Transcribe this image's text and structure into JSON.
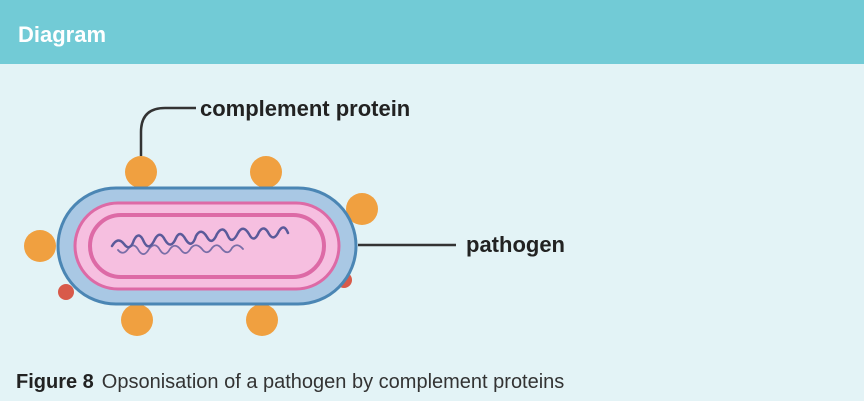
{
  "header": {
    "title": "Diagram"
  },
  "diagram": {
    "labels": {
      "complement_protein": "complement protein",
      "pathogen": "pathogen"
    },
    "colors": {
      "header": "#72cbd6",
      "background": "#e3f3f6",
      "outer_membrane": "#a9c8e4",
      "outer_stroke": "#4b86b4",
      "inner_fill": "#f6bfe0",
      "inner_stroke": "#dd6aa6",
      "complement_protein": "#f0a040",
      "small_dot": "#d85a4a",
      "dna": "#5a5a9a"
    }
  },
  "caption": {
    "number": "Figure 8",
    "text": "Opsonisation of a pathogen by complement proteins"
  }
}
